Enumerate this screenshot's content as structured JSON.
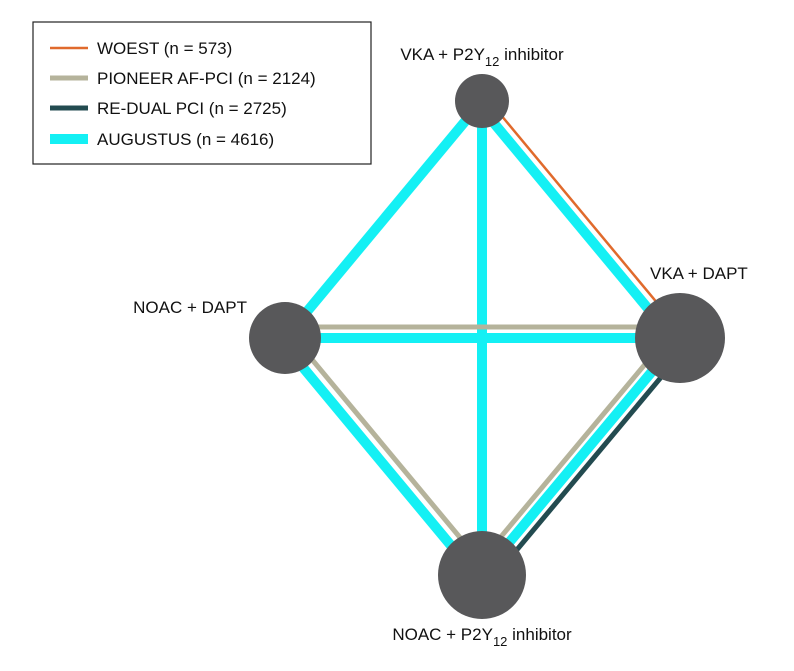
{
  "legend": {
    "items": [
      {
        "label": "WOEST (n = 573)",
        "color": "#E06A2C",
        "key": "woest",
        "weight": "thin"
      },
      {
        "label": "PIONEER AF-PCI (n = 2124)",
        "color": "#B5B39B",
        "key": "pioneer",
        "weight": "medium"
      },
      {
        "label": "RE-DUAL PCI (n = 2725)",
        "color": "#234B50",
        "key": "redual",
        "weight": "medium"
      },
      {
        "label": "AUGUSTUS (n = 4616)",
        "color": "#14F0F4",
        "key": "augustus",
        "weight": "thick"
      }
    ]
  },
  "nodes": {
    "top": {
      "label_main": "VKA + P2Y",
      "label_sub": "12",
      "label_rest": " inhibitor",
      "size": "small"
    },
    "left": {
      "label": "NOAC + DAPT",
      "size": "medium"
    },
    "right": {
      "label": "VKA + DAPT",
      "size": "large"
    },
    "bottom": {
      "label_main": "NOAC + P2Y",
      "label_sub": "12",
      "label_rest": " inhibitor",
      "size": "large"
    }
  },
  "edges": [
    {
      "from": "top",
      "to": "left",
      "trials": [
        "augustus"
      ]
    },
    {
      "from": "top",
      "to": "bottom",
      "trials": [
        "augustus"
      ]
    },
    {
      "from": "top",
      "to": "right",
      "trials": [
        "augustus",
        "woest"
      ]
    },
    {
      "from": "left",
      "to": "right",
      "trials": [
        "augustus",
        "pioneer"
      ]
    },
    {
      "from": "left",
      "to": "bottom",
      "trials": [
        "augustus",
        "pioneer"
      ]
    },
    {
      "from": "right",
      "to": "bottom",
      "trials": [
        "augustus",
        "pioneer",
        "redual"
      ]
    }
  ],
  "colors": {
    "node": "#58585A",
    "woest": "#E06A2C",
    "pioneer": "#B5B39B",
    "redual": "#234B50",
    "augustus": "#14F0F4"
  }
}
